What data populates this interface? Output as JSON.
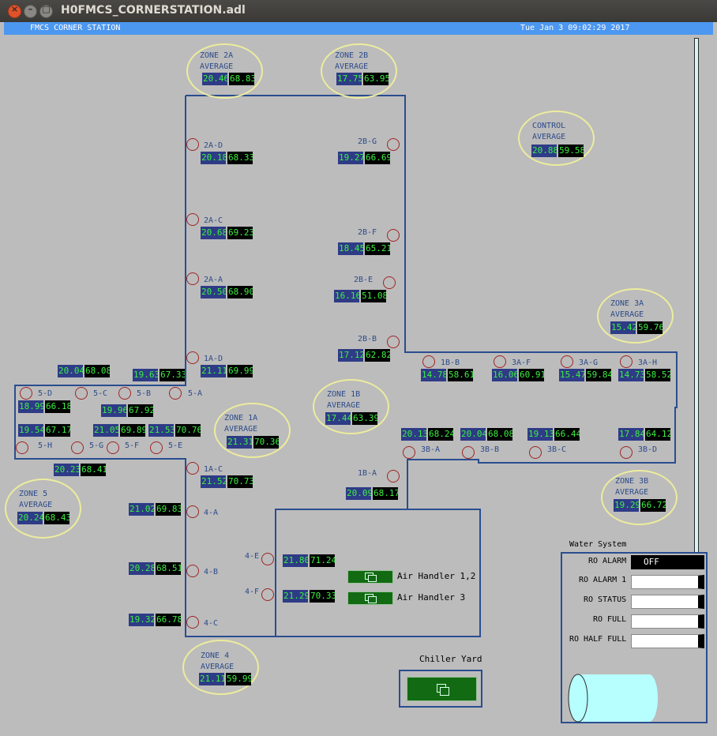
{
  "window": {
    "title": "H0FMCS_CORNERSTATION.adl"
  },
  "header": {
    "station": "FMCS CORNER STATION",
    "datetime": "Tue Jan  3 09:02:29 2017"
  },
  "zone_averages": [
    {
      "l1": "ZONE 2A",
      "l2": "AVERAGE",
      "temp": "20.46",
      "hum": "68.83"
    },
    {
      "l1": "ZONE 2B",
      "l2": "AVERAGE",
      "temp": "17.75",
      "hum": "63.95"
    },
    {
      "l1": "CONTROL",
      "l2": "AVERAGE",
      "temp": "20.88",
      "hum": "59.58"
    },
    {
      "l1": "ZONE 3A",
      "l2": "AVERAGE",
      "temp": "15.42",
      "hum": "59.76"
    },
    {
      "l1": "ZONE 1B",
      "l2": "AVERAGE",
      "temp": "17.44",
      "hum": "63.39"
    },
    {
      "l1": "ZONE 1A",
      "l2": "AVERAGE",
      "temp": "21.31",
      "hum": "70.36"
    },
    {
      "l1": "ZONE 5",
      "l2": "AVERAGE",
      "temp": "20.24",
      "hum": "68.43"
    },
    {
      "l1": "ZONE 3B",
      "l2": "AVERAGE",
      "temp": "19.29",
      "hum": "66.72"
    },
    {
      "l1": "ZONE 4",
      "l2": "AVERAGE",
      "temp": "21.11",
      "hum": "59.99"
    }
  ],
  "sensor_labels": [
    "2A-D",
    "2A-C",
    "2A-A",
    "1A-D",
    "2B-G",
    "2B-F",
    "2B-E",
    "2B-B",
    "1B-B",
    "3A-F",
    "3A-G",
    "3A-H",
    "5-D",
    "5-C",
    "5-B",
    "5-A",
    "5-H",
    "5-G",
    "5-F",
    "5-E",
    "1A-C",
    "1B-A",
    "3B-A",
    "3B-B",
    "3B-C",
    "3B-D",
    "4-A",
    "4-B",
    "4-C",
    "4-E",
    "4-F"
  ],
  "readings": [
    {
      "temp": "20.18",
      "hum": "68.33"
    },
    {
      "temp": "20.68",
      "hum": "69.23"
    },
    {
      "temp": "20.50",
      "hum": "68.90"
    },
    {
      "temp": "21.11",
      "hum": "69.99"
    },
    {
      "temp": "19.27",
      "hum": "66.69"
    },
    {
      "temp": "18.45",
      "hum": "65.21"
    },
    {
      "temp": "16.16",
      "hum": "51.08"
    },
    {
      "temp": "17.12",
      "hum": "62.82"
    },
    {
      "temp": "14.78",
      "hum": "58.61"
    },
    {
      "temp": "16.06",
      "hum": "60.91"
    },
    {
      "temp": "15.47",
      "hum": "59.84"
    },
    {
      "temp": "14.73",
      "hum": "58.52"
    },
    {
      "temp": "20.04",
      "hum": "68.08"
    },
    {
      "temp": "19.63",
      "hum": "67.33"
    },
    {
      "temp": "18.99",
      "hum": "66.18"
    },
    {
      "temp": "19.96",
      "hum": "67.92"
    },
    {
      "temp": "19.54",
      "hum": "67.17"
    },
    {
      "temp": "21.05",
      "hum": "69.89"
    },
    {
      "temp": "21.53",
      "hum": "70.76"
    },
    {
      "temp": "20.13",
      "hum": "68.24"
    },
    {
      "temp": "20.04",
      "hum": "68.08"
    },
    {
      "temp": "19.13",
      "hum": "66.44"
    },
    {
      "temp": "17.84",
      "hum": "64.12"
    },
    {
      "temp": "20.23",
      "hum": "68.41"
    },
    {
      "temp": "21.52",
      "hum": "70.73"
    },
    {
      "temp": "20.09",
      "hum": "68.17"
    },
    {
      "temp": "21.02",
      "hum": "69.83"
    },
    {
      "temp": "20.28",
      "hum": "68.51"
    },
    {
      "temp": "19.32",
      "hum": "66.78"
    },
    {
      "temp": "21.80",
      "hum": "71.24"
    },
    {
      "temp": "21.29",
      "hum": "70.33"
    }
  ],
  "air_handlers": {
    "ah12_label": "Air Handler 1,2",
    "ah3_label": "Air Handler 3"
  },
  "chiller": {
    "label": "Chiller Yard"
  },
  "water_system": {
    "title": "Water System",
    "ro_alarm_label": "RO ALARM",
    "ro_alarm_value": "OFF",
    "ro_alarm1_label": "RO ALARM 1",
    "ro_status_label": "RO STATUS",
    "ro_full_label": "RO FULL",
    "ro_half_full_label": "RO HALF FULL"
  },
  "colors": {
    "wall": "#2a4d8f",
    "temp_bg": "#2e3b86",
    "hum_bg": "#000000",
    "value_text": "#3cf041",
    "ellipse": "#ecec9e",
    "sensor_ring": "#a02424"
  },
  "icons": [
    "close-icon",
    "minimize-icon",
    "maximize-icon",
    "related-display-icon",
    "tank-icon"
  ]
}
